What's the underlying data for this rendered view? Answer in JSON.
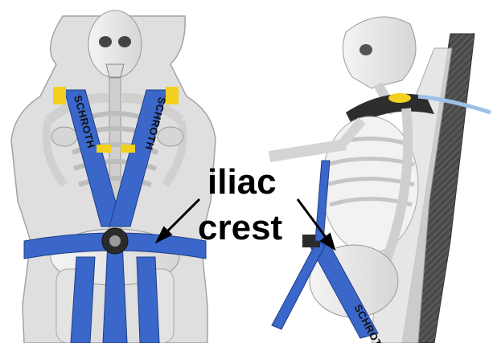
{
  "annotation": {
    "line1": "iliac",
    "line2": "crest"
  },
  "harness": {
    "brand_text": "SCHROTH",
    "colors": {
      "strap_blue": "#3a67c9",
      "strap_blue_dark": "#2a4f9f",
      "pad_yellow": "#f3cf1e",
      "seat_shell": "#d9d9d9",
      "carbon": "#4a4a4a"
    }
  }
}
